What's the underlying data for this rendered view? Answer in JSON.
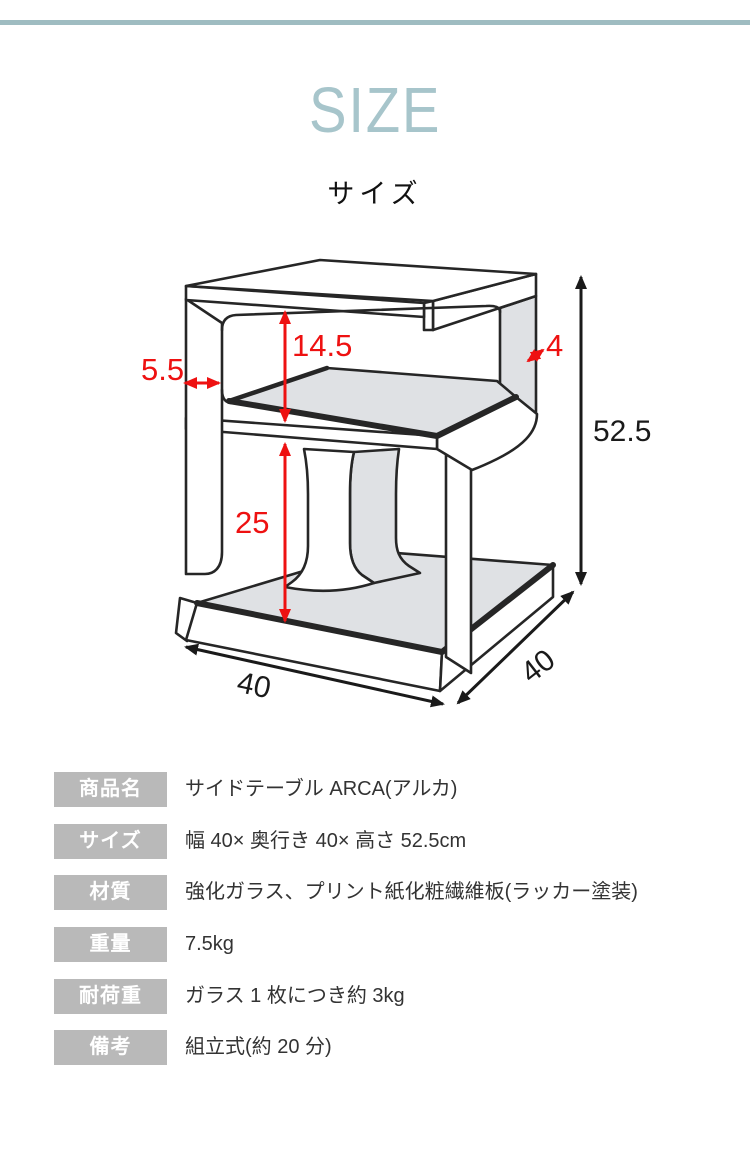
{
  "header": {
    "accent_bar_color": "#9fbcc1",
    "title_en": "SIZE",
    "title_ja": "サイズ"
  },
  "diagram": {
    "line_color": "#262626",
    "glass_color": "#dfe1e4",
    "dimension_color_red": "#ee1111",
    "dimension_color_dark": "#1a1a1a",
    "dimensions": {
      "upper_shelf_clearance": "14.5",
      "side_panel_thickness": "5.5",
      "back_panel_thickness": "4",
      "lower_shelf_clearance": "25",
      "total_height": "52.5",
      "width": "40",
      "depth": "40"
    }
  },
  "spec_table": {
    "label_bg_color": "#b9b9b9",
    "rows": [
      {
        "label": "商品名",
        "value": "サイドテーブル ARCA(アルカ)"
      },
      {
        "label": "サイズ",
        "value": "幅 40× 奥行き 40× 高さ 52.5cm"
      },
      {
        "label": "材質",
        "value": "強化ガラス、プリント紙化粧繊維板(ラッカー塗装)"
      },
      {
        "label": "重量",
        "value": "7.5kg"
      },
      {
        "label": "耐荷重",
        "value": "ガラス 1 枚につき約 3kg"
      },
      {
        "label": "備考",
        "value": "組立式(約 20 分)"
      }
    ]
  }
}
